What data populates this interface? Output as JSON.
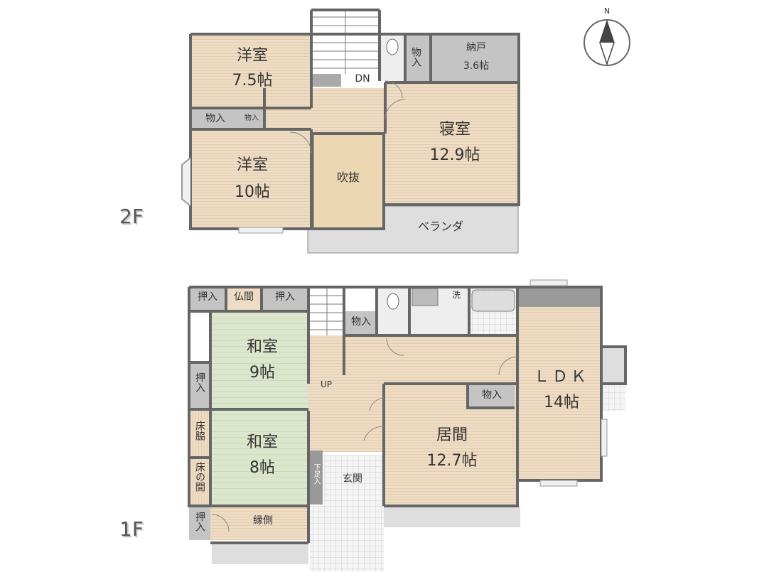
{
  "floors": {
    "second": {
      "tag": "2F",
      "rooms": {
        "youshitsu_a": {
          "name": "洋室",
          "size": "7.5帖"
        },
        "youshitsu_b": {
          "name": "洋室",
          "size": "10帖"
        },
        "shinshitsu": {
          "name": "寝室",
          "size": "12.9帖"
        },
        "nando": {
          "name": "納戸",
          "size": "3.6帖"
        },
        "fukinuke": {
          "name": "吹抜"
        },
        "veranda": {
          "name": "ベランダ"
        },
        "closet_a": {
          "name": "物入"
        },
        "closet_b": {
          "name": "物入"
        },
        "closet_c": {
          "name": "物入"
        }
      },
      "stair": "DN"
    },
    "first": {
      "tag": "1F",
      "rooms": {
        "washitsu_a": {
          "name": "和室",
          "size": "9帖"
        },
        "washitsu_b": {
          "name": "和室",
          "size": "8帖"
        },
        "ima": {
          "name": "居間",
          "size": "12.7帖"
        },
        "ldk": {
          "name": "ＬＤＫ",
          "size": "14帖"
        },
        "genkan": {
          "name": "玄関"
        },
        "engawa": {
          "name": "縁側"
        },
        "butsuma": {
          "name": "仏間"
        },
        "oshiire_a": {
          "name": "押入"
        },
        "oshiire_b": {
          "name": "押入"
        },
        "oshiire_c": {
          "name": "押入"
        },
        "oshiire_d": {
          "name": "押入"
        },
        "tokowaki": {
          "name": "床脇"
        },
        "tokonoma": {
          "name": "床の間"
        },
        "getabako": {
          "name": "下足入"
        },
        "closet_a": {
          "name": "物入"
        },
        "closet_b": {
          "name": "物入"
        },
        "sentaku": {
          "name": "洗"
        }
      },
      "stair": "UP"
    }
  },
  "compass": {
    "north": "N"
  },
  "colors": {
    "wall": "#666666",
    "wood": "#efdcc4",
    "tatami": "#dce6cc",
    "storage": "#c4c4c4",
    "fukinuke": "#ecd7b3",
    "veranda": "#dedede",
    "wet": "#eeeeee"
  }
}
